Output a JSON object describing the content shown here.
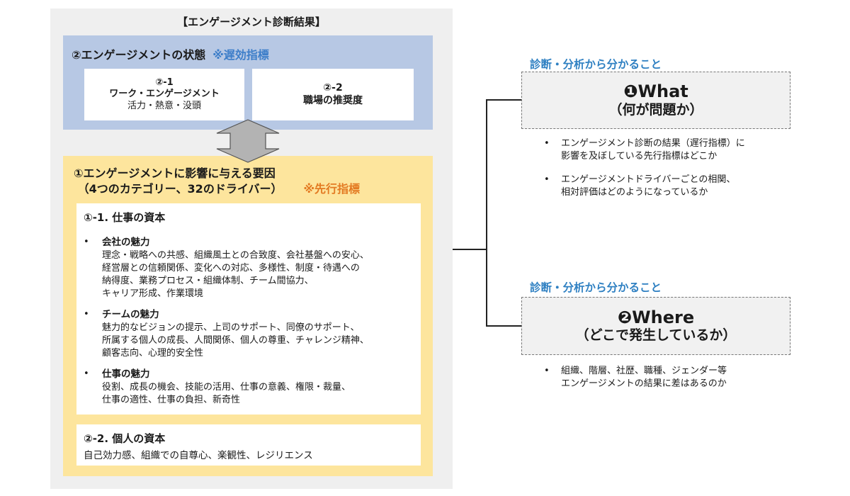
{
  "outer_title": "【エンゲージメント診断結果】",
  "state": {
    "title": "②エンゲージメントの状態",
    "note": "※遅効指標",
    "box1": {
      "num": "②-1",
      "title": "ワーク・エンゲージメント",
      "sub": "活力・熱意・没頭"
    },
    "box2": {
      "num": "②-2",
      "title": "職場の推奨度"
    }
  },
  "factors": {
    "title_line1": "①エンゲージメントに影響に与える要因",
    "title_line2": "（4つのカテゴリー、32のドライバー）",
    "note": "※先行指標",
    "capital": {
      "heading": "①-1. 仕事の資本",
      "company": {
        "head": "会社の魅力",
        "lines": [
          "理念・戦略への共感、組織風土との合致度、会社基盤への安心、",
          "経営層との信頼関係、変化への対応、多様性、制度・待遇への",
          "納得度、業務プロセス・組織体制、チーム間協力、",
          "キャリア形成、作業環境"
        ]
      },
      "team": {
        "head": "チームの魅力",
        "lines": [
          "魅力的なビジョンの提示、上司のサポート、同僚のサポート、",
          "所属する個人の成長、人間関係、個人の尊重、チャレンジ精神、",
          "顧客志向、心理的安全性"
        ]
      },
      "work": {
        "head": "仕事の魅力",
        "lines": [
          "役割、成長の機会、技能の活用、仕事の意義、権限・裁量、",
          "仕事の適性、仕事の負担、新奇性"
        ]
      }
    },
    "personal": {
      "heading": "②-2. 個人の資本",
      "body": "自己効力感、組織での自尊心、楽観性、レジリエンス"
    }
  },
  "right": {
    "what": {
      "label": "診断・分析から分かること",
      "title": "❶What",
      "sub": "（何が問題か）",
      "bullets": [
        [
          "エンゲージメント診断の結果（遅行指標）に",
          "影響を及ぼしている先行指標はどこか"
        ],
        [
          "エンゲージメントドライバーごとの相関、",
          "相対評価はどのようになっているか"
        ]
      ]
    },
    "where": {
      "label": "診断・分析から分かること",
      "title": "❷Where",
      "sub": "（どこで発生しているか）",
      "bullets": [
        [
          "組織、階層、社歴、職種、ジェンダー等",
          "エンゲージメントの結果に差はあるのか"
        ]
      ]
    }
  },
  "bullet_char": "•",
  "colors": {
    "state_panel": "#b7c8e4",
    "factor_panel": "#fde59d",
    "lagging_note": "#3d7ec9",
    "leading_note": "#e37a22",
    "insight_label": "#2f80c2"
  }
}
